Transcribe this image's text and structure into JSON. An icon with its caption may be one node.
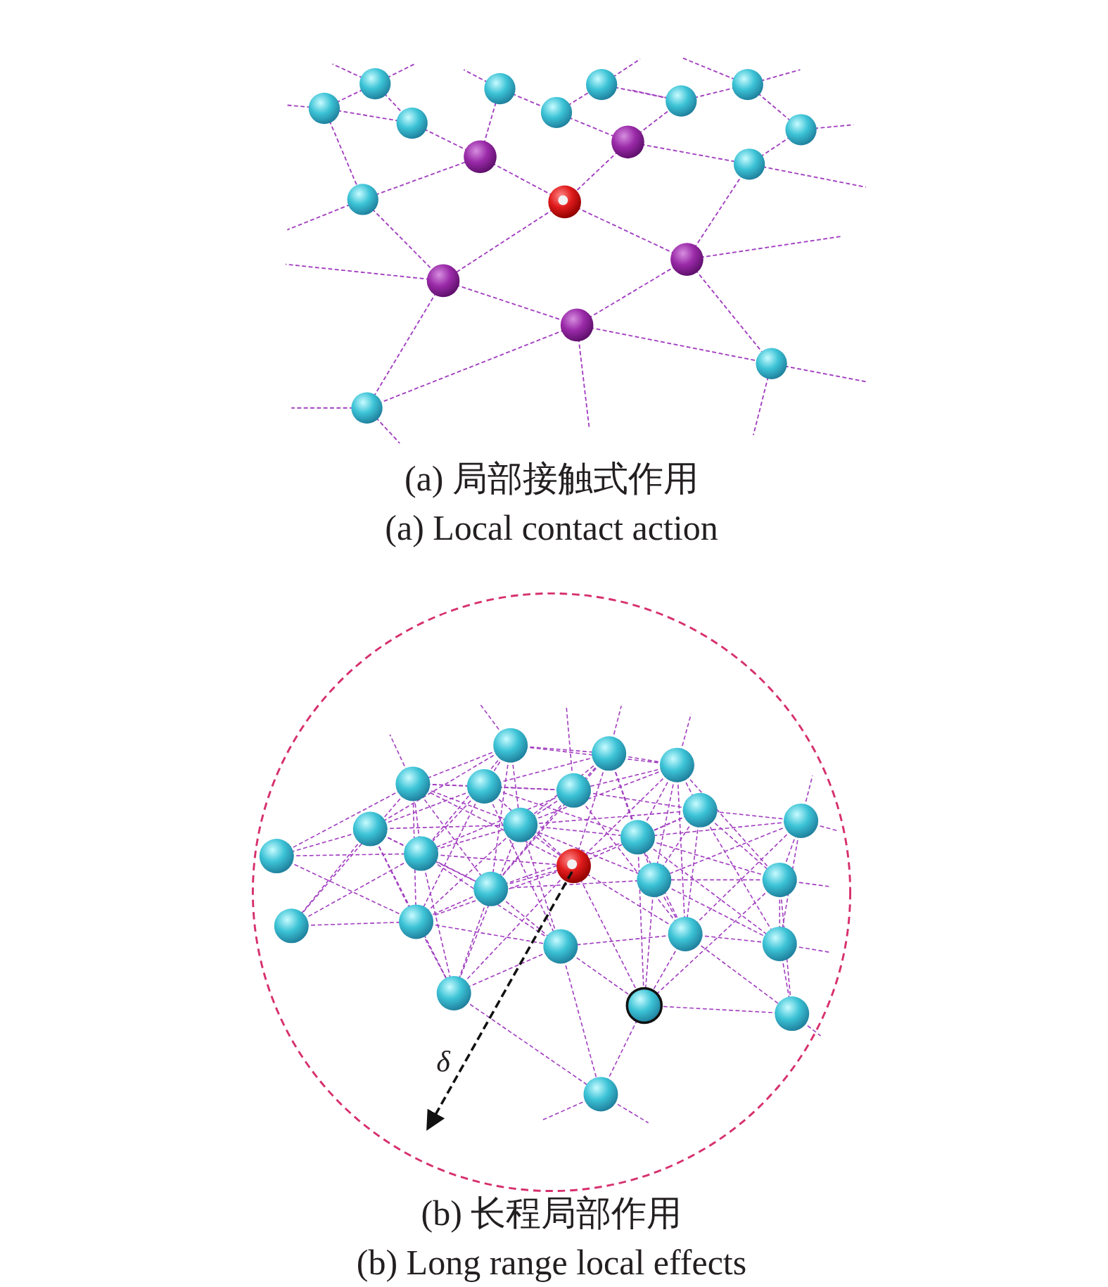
{
  "diagram": {
    "labels": [
      "(a) 局部接触式作用",
      "(a) Local contact action",
      "δ",
      "(b) 长程局部作用",
      "(b) Long range local effects"
    ]
  }
}
